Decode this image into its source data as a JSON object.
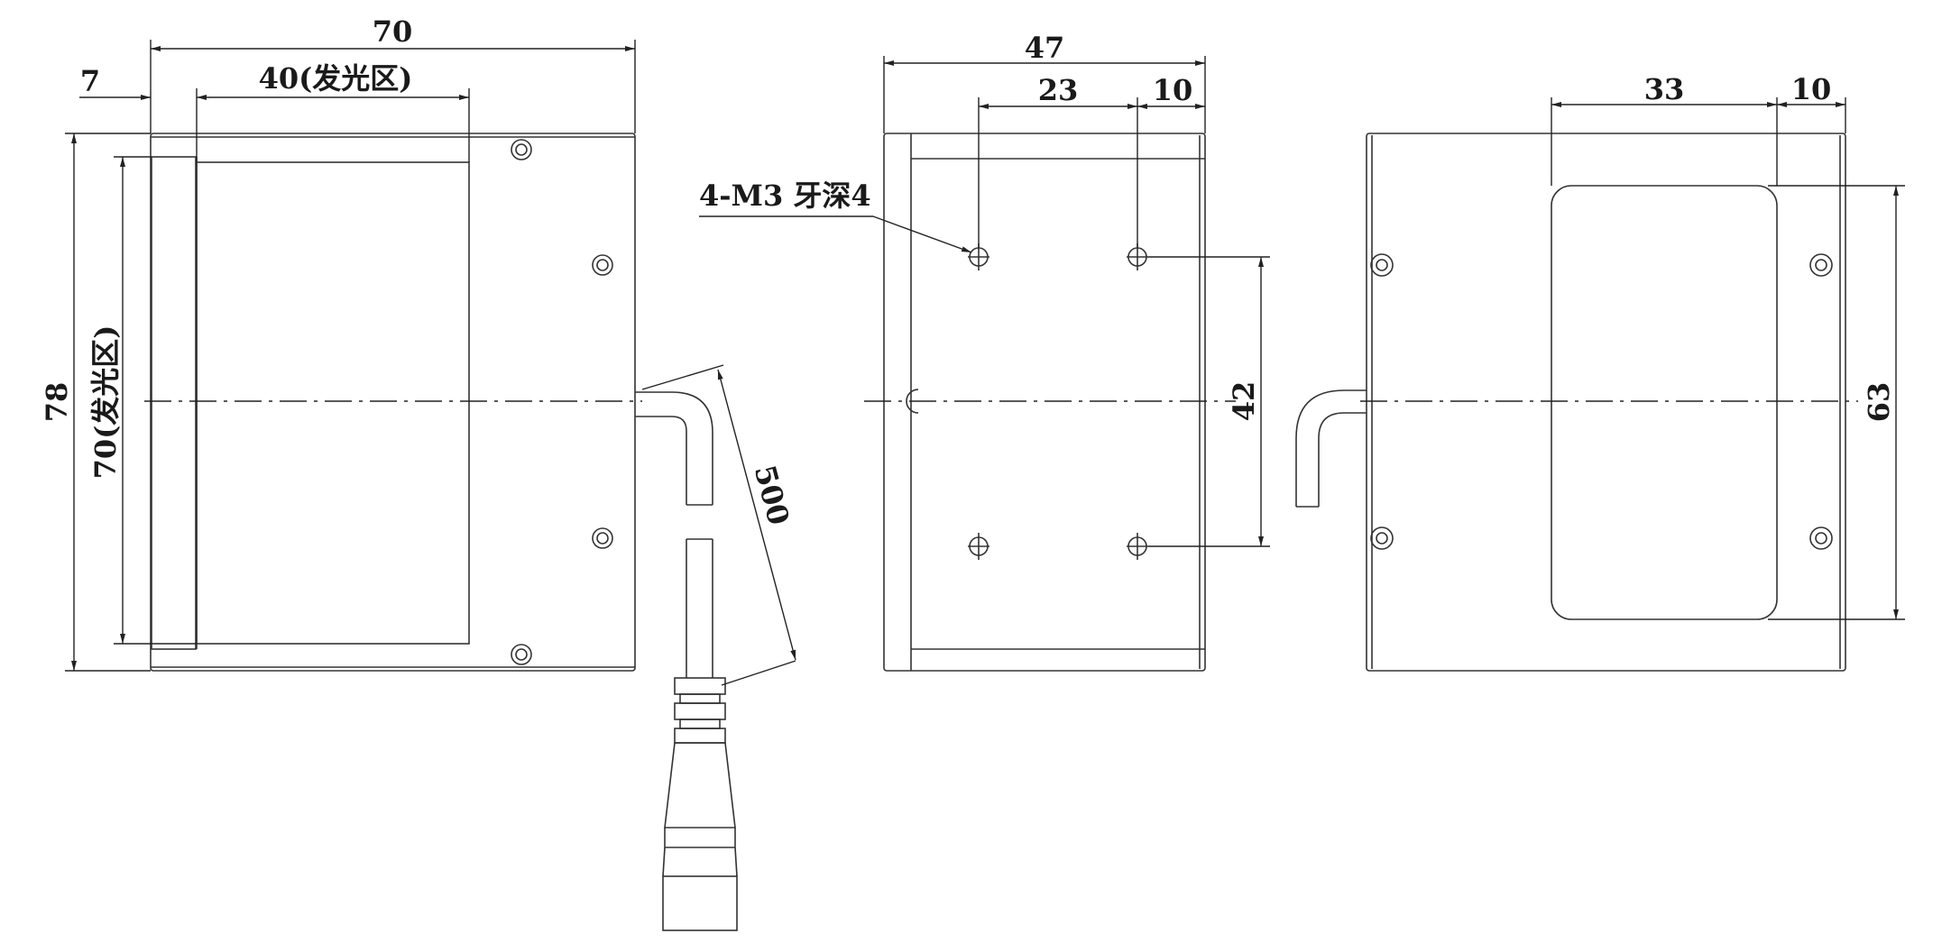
{
  "front_view": {
    "width": "70",
    "offset": "7",
    "emit_width": "40(发光区)",
    "height": "78",
    "emit_height": "70(发光区)",
    "cable_length": "500"
  },
  "side_view": {
    "width": "47",
    "hole_spacing_x": "23",
    "edge_to_hole": "10",
    "hole_spacing_y": "42",
    "thread_note": "4-M3 牙深4"
  },
  "back_view": {
    "window_width": "33",
    "edge_to_window": "10",
    "window_height": "63"
  }
}
